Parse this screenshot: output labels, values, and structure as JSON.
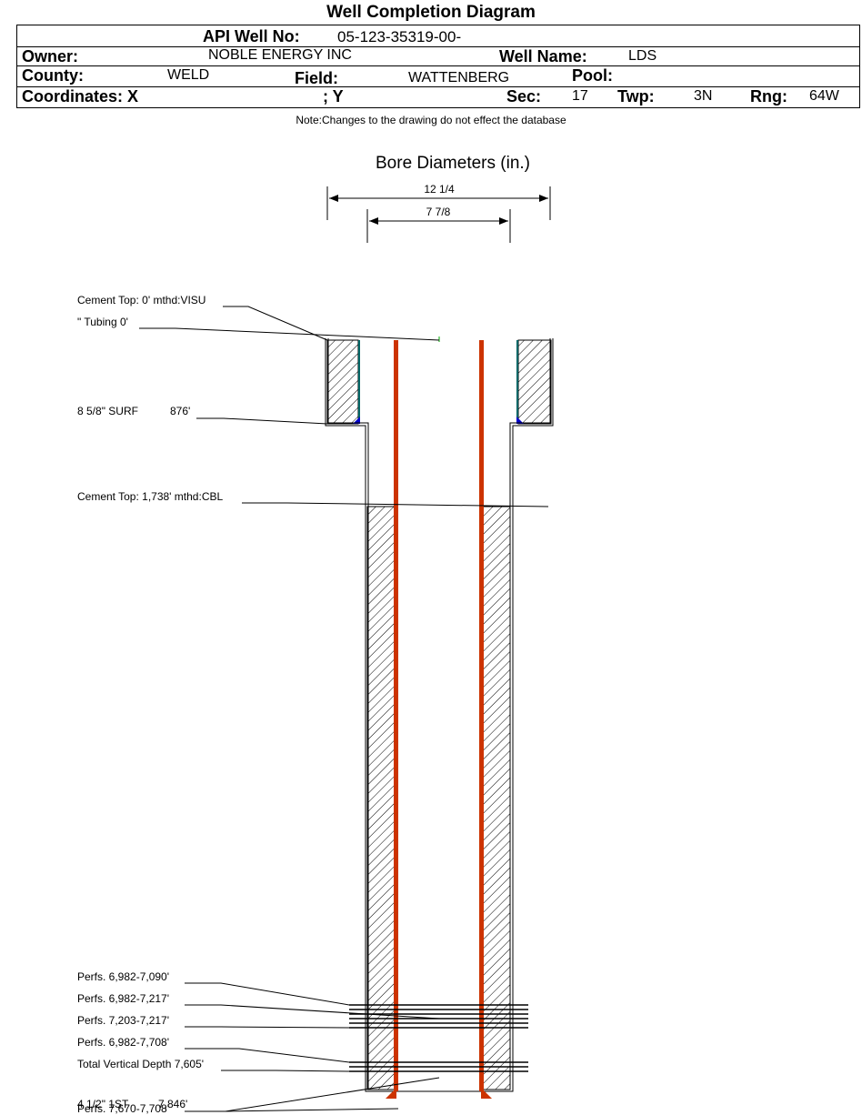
{
  "title": "Well Completion Diagram",
  "header": {
    "api_label": "API Well No:",
    "api_value": "05-123-35319-00-",
    "owner_label": "Owner:",
    "owner_value": "NOBLE ENERGY INC",
    "well_name_label": "Well Name:",
    "well_name_value": "LDS",
    "county_label": "County:",
    "county_value": "WELD",
    "field_label": "Field:",
    "field_value": "WATTENBERG",
    "pool_label": "Pool:",
    "pool_value": "",
    "coord_x_label": "Coordinates: X",
    "coord_y_label": "; Y",
    "sec_label": "Sec:",
    "sec_value": "17",
    "twp_label": "Twp:",
    "twp_value": "3N",
    "rng_label": "Rng:",
    "rng_value": "64W"
  },
  "note": "Note:Changes to the drawing do not effect the database",
  "bore": {
    "title": "Bore Diameters (in.)",
    "diameters": [
      "12 1/4",
      "7 7/8"
    ]
  },
  "annotations": {
    "cement_top_surface": "Cement Top: 0' mthd:VISU",
    "tubing": "\" Tubing 0'",
    "surface_casing": "8 5/8\" SURF",
    "surface_casing_depth": "876'",
    "cement_top_production": "Cement Top: 1,738' mthd:CBL",
    "perfs_1": "Perfs. 6,982-7,090'",
    "perfs_2": "Perfs. 6,982-7,217'",
    "perfs_3": "Perfs. 7,203-7,217'",
    "perfs_4": "Perfs. 6,982-7,708'",
    "total_depth": "Total Vertical Depth 7,605'",
    "production_casing": "4 1/2\" 1ST",
    "production_casing_depth": "7,846'",
    "perfs_5": "Perfs. 7,670-7,708'"
  },
  "colors": {
    "tubing": "#cc3300",
    "casing_line": "#006666",
    "shoe": "#0000cc",
    "dimension_tick": "#00aa00"
  }
}
